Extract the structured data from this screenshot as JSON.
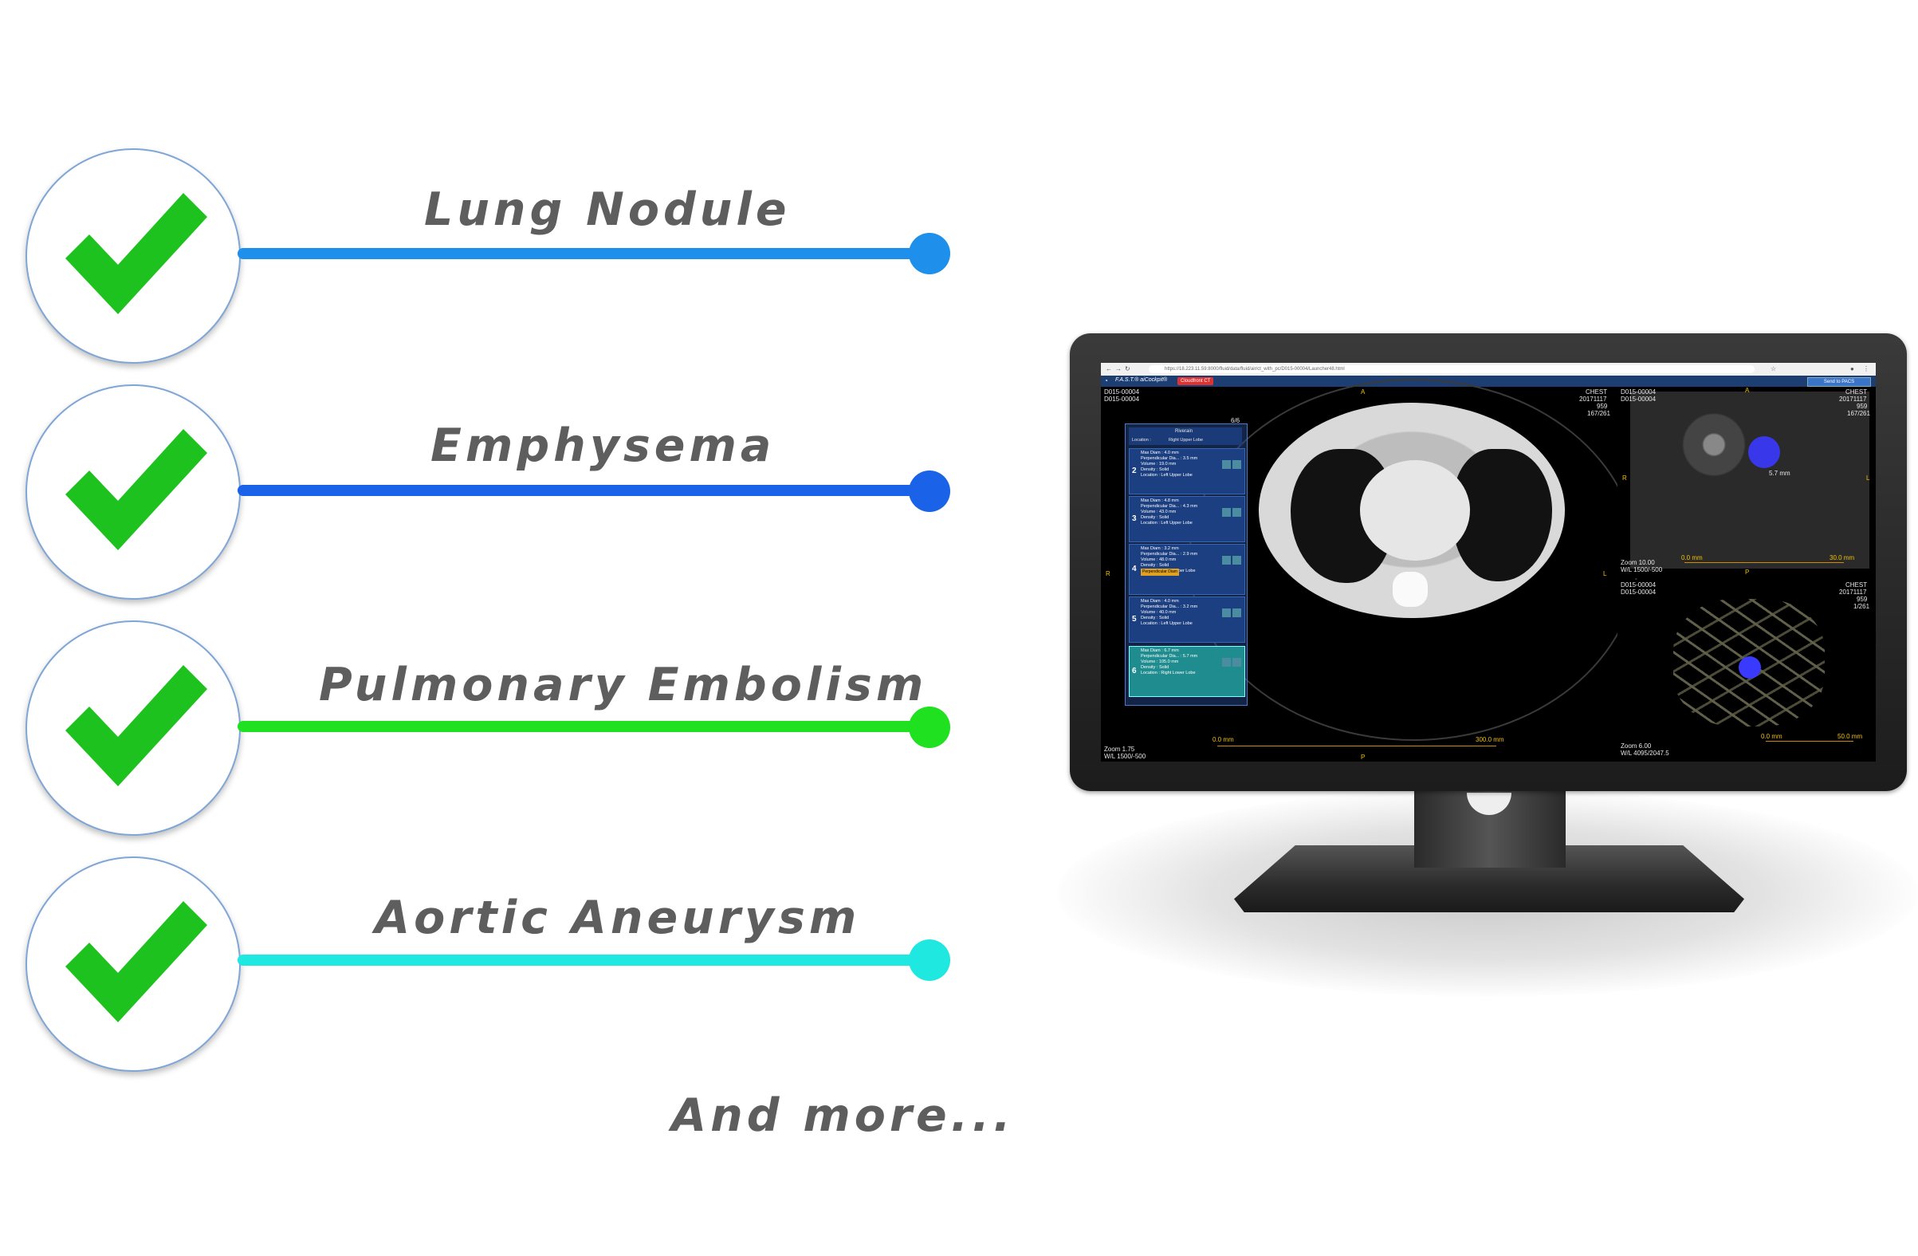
{
  "checklist": {
    "items": [
      {
        "label": "Lung Nodule",
        "line_color": "#1e8fea",
        "dot_color": "#1e8fea"
      },
      {
        "label": "Emphysema",
        "line_color": "#1a62e8",
        "dot_color": "#1a62e8"
      },
      {
        "label": "Pulmonary Embolism",
        "line_color": "#1fe11f",
        "dot_color": "#1fe11f"
      },
      {
        "label": "Aortic Aneurysm",
        "line_color": "#1ee8e0",
        "dot_color": "#1ee8e0"
      }
    ],
    "check_color": "#1ec21e",
    "more": "And more..."
  },
  "monitor": {
    "browser": {
      "url": "https://18.223.11.59:8000/fluid/data/fluid/air/ct_with_pc/D015-00004/Launcher48.html"
    },
    "app": {
      "title": "F.A.S.T.® aiCockpit®",
      "badge": "Cloudfront CT",
      "pacs_button": "Send to PACS"
    },
    "main_view": {
      "id_top_left": "D015-00004",
      "id_top_left_2": "D015-00004",
      "top_right": [
        "CHEST",
        "20171117",
        "959",
        "167/261"
      ],
      "orient_top": "A",
      "orient_bottom": "P",
      "orient_left": "R",
      "orient_right": "L",
      "scale_start": "0.0 mm",
      "scale_end": "300.0 mm",
      "zoom": "Zoom 1.75",
      "wl": "W/L 1500/-500"
    },
    "panel": {
      "page": "6/6",
      "logo": "Riverain",
      "header_location_label": "Location :",
      "header_location": "Right Upper Lobe",
      "cards": [
        {
          "num": "2",
          "max": "4.0 mm",
          "perp": "3.5 mm",
          "vol": "19.0 mm",
          "density": "Solid",
          "location": "Left Upper Lobe"
        },
        {
          "num": "3",
          "max": "4.8 mm",
          "perp": "4.3 mm",
          "vol": "43.0 mm",
          "density": "Solid",
          "location": "Left Upper Lobe"
        },
        {
          "num": "4",
          "max": "3.2 mm",
          "perp": "2.9 mm",
          "vol": "48.0 mm",
          "density": "Solid",
          "location": "Right Upper Lobe"
        },
        {
          "num": "5",
          "max": "4.0 mm",
          "perp": "3.2 mm",
          "vol": "40.0 mm",
          "density": "Solid",
          "location": "Left Upper Lobe"
        },
        {
          "num": "6",
          "max": "6.7 mm",
          "perp": "5.7 mm",
          "vol": "105.0 mm",
          "density": "Solid",
          "location": "Right Lower Lobe"
        }
      ],
      "labels": {
        "max": "Max Diam :",
        "perp": "Perpendicular Dia... :",
        "vol": "Volume :",
        "density": "Density :",
        "location": "Location :"
      },
      "tooltip": "Perpendicular Diam"
    },
    "right_top": {
      "ids": [
        "D015-00004",
        "D015-00004"
      ],
      "top_right": [
        "CHEST",
        "20171117",
        "959",
        "167/261"
      ],
      "orient_top": "A",
      "orient_bottom": "P",
      "orient_left": "R",
      "orient_right": "L",
      "measure": "5.7 mm",
      "scale_start": "0.0 mm",
      "scale_end": "30.0 mm",
      "zoom": "Zoom 10.00",
      "wl": "W/L 1500/-500"
    },
    "right_bottom": {
      "ids": [
        "D015-00004",
        "D015-00004"
      ],
      "top_right": [
        "CHEST",
        "20171117",
        "959",
        "1/261"
      ],
      "scale_start": "0.0 mm",
      "scale_end": "50.0 mm",
      "zoom": "Zoom 6.00",
      "wl": "W/L 4095/2047.5"
    }
  }
}
